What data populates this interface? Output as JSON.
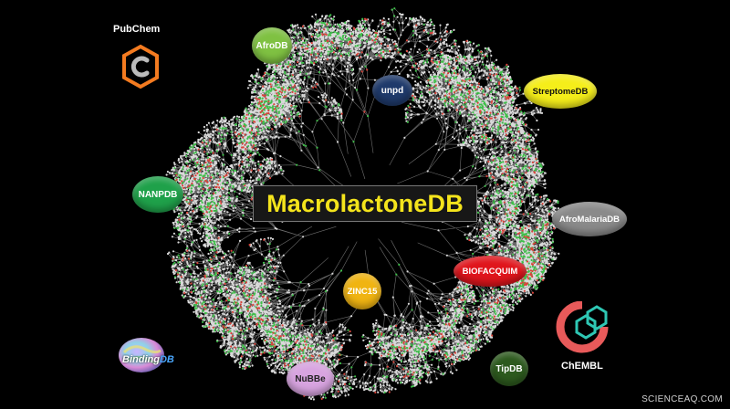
{
  "title": "MacrolactoneDB",
  "databases": {
    "afrodb": "AfroDB",
    "unpd": "unpd",
    "streptomedb": "StreptomeDB",
    "nanpdb": "NANPDB",
    "afromalariadb": "AfroMalariaDB",
    "biofacquim": "BIOFACQUIM",
    "zinc15": "ZINC15",
    "nubbe": "NuBBe",
    "tipdb": "TipDB"
  },
  "logos": {
    "pubchem": "PubChem",
    "chembl": "ChEMBL",
    "bindingdb_prefix": "Binding",
    "bindingdb_suffix": "DB"
  },
  "colors": {
    "title_text": "#f4e41c",
    "afrodb": "#7fc142",
    "unpd": "#1f3a6b",
    "streptomedb": "#f5ee1a",
    "nanpdb": "#1fa14a",
    "afromalariadb": "#8a8a8a",
    "biofacquim": "#e0151c",
    "zinc15": "#f0b412",
    "nubbe": "#d8a4e0",
    "tipdb": "#2d5a1e",
    "pubchem": "#f47b20",
    "chembl": "#e85a5a"
  },
  "watermark": "SCIENCEAQ.COM"
}
